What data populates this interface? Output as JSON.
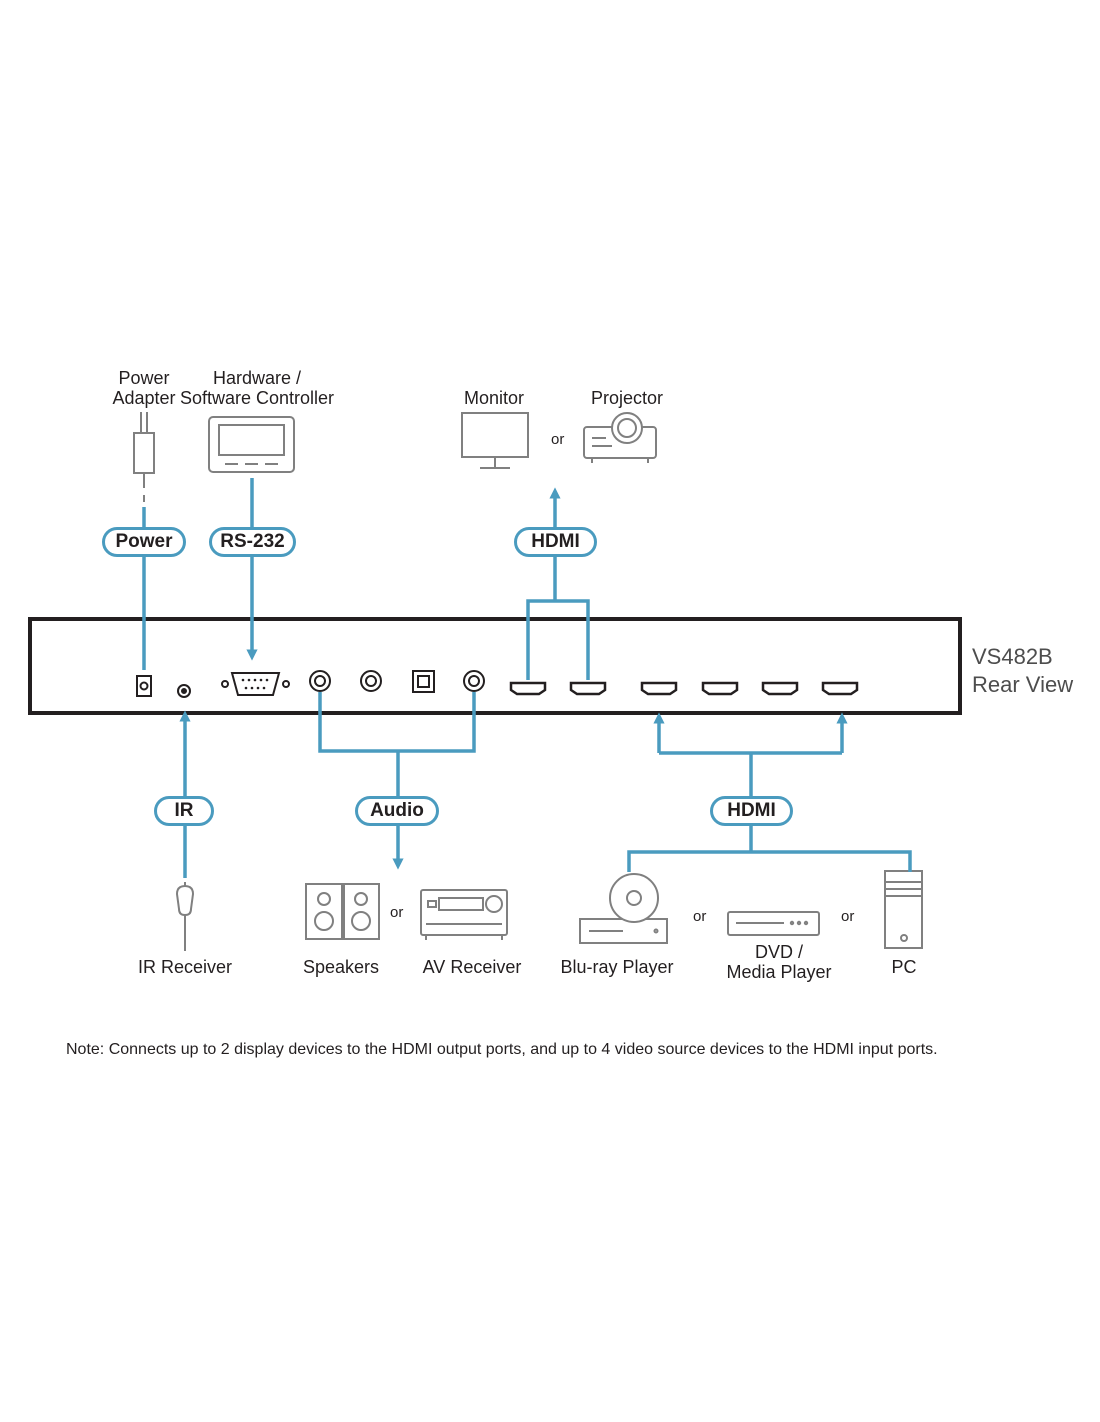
{
  "device": {
    "model": "VS482B",
    "view": "Rear View"
  },
  "top": {
    "power_adapter": [
      "Power",
      "Adapter"
    ],
    "controller": [
      "Hardware /",
      "Software Controller"
    ],
    "monitor": "Monitor",
    "projector": "Projector",
    "or": "or"
  },
  "badges": {
    "power": "Power",
    "rs232": "RS-232",
    "hdmi_out": "HDMI",
    "ir": "IR",
    "audio": "Audio",
    "hdmi_in": "HDMI"
  },
  "bottom": {
    "ir_receiver": "IR Receiver",
    "speakers": "Speakers",
    "av_receiver": "AV Receiver",
    "bluray": "Blu-ray Player",
    "dvd": [
      "DVD /",
      "Media Player"
    ],
    "pc": "PC",
    "or": "or"
  },
  "note": "Note: Connects up to 2 display devices to the HDMI output ports, and up to 4 video source devices to the HDMI input ports.",
  "colors": {
    "connector": "#4a9bbf",
    "outline": "#808080",
    "panel": "#231f20"
  }
}
